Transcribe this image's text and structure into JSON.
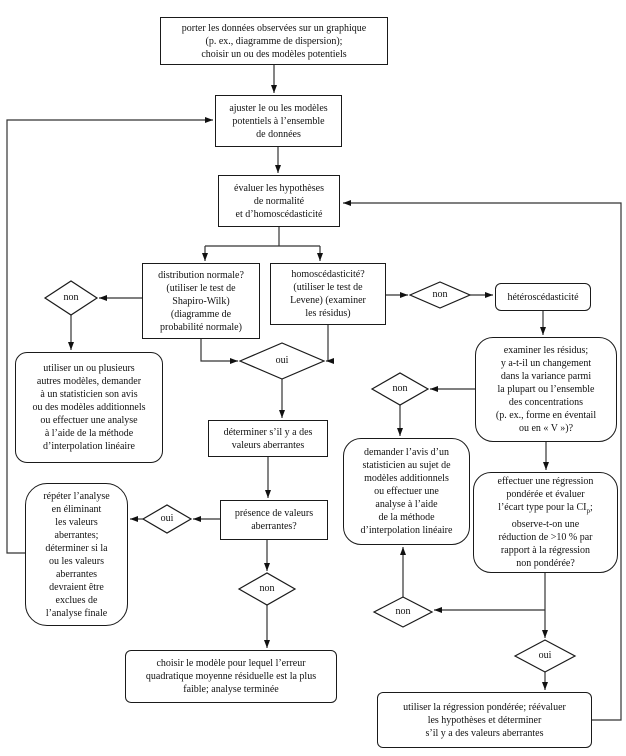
{
  "flowchart": {
    "nodes": {
      "plot_data": "porter les données observées sur un graphique\n(p. ex., diagramme de dispersion);\nchoisir un ou des modèles potentiels",
      "fit_models": "ajuster le ou les modèles\npotentiels à l’ensemble\nde données",
      "evaluate_assumptions": "évaluer les hypothèses\nde normalité\net d’homoscédasticité",
      "normal_distribution": "distribution normale?\n(utiliser le test de\nShapiro-Wilk)\n(diagramme de\nprobabilité normale)",
      "homoscedasticity": "homoscédasticité?\n(utiliser le test de\nLevene) (examiner\nles résidus)",
      "heteroscedasticity": "hétéroscédasticité",
      "other_models": "utiliser un ou plusieurs\nautres modèles, demander\nà un statisticien son avis\nou des modèles additionnels\nou effectuer une analyse\nà l’aide de la méthode\nd’interpolation linéaire",
      "examine_residuals": "examiner les résidus;\ny a-t-il un changement\ndans la variance parmi\nla plupart ou l’ensemble\ndes concentrations\n(p. ex., forme en éventail\nou en « V »)?",
      "determine_outliers": "déterminer s’il y a des\nvaleurs aberrantes",
      "ask_statistician": "demander l’avis d’un\nstatisticien au sujet de\nmodèles additionnels\nou effectuer une\nanalyse à l’aide\nde la méthode\nd’interpolation linéaire",
      "weighted_regression_pre": "effectuer une régression\npondérée et évaluer\nl’écart type pour la CI",
      "weighted_regression_sub": "p",
      "weighted_regression_post": ";\nobserve-t-on une\nréduction de >10 % par\nrapport à la régression\nnon pondérée?",
      "repeat_analysis": "répéter l’analyse\nen éliminant\nles valeurs\naberrantes;\ndéterminer si la\nou les valeurs\naberrantes\ndevraient être\nexclues de\nl’analyse finale",
      "presence_outliers": "présence de valeurs\naberrantes?",
      "choose_model": "choisir le modèle pour lequel l’erreur\nquadratique moyenne résiduelle est la plus\nfaible; analyse terminée",
      "use_weighted_regression": "utiliser la régression pondérée; réévaluer\nles hypothèses et déterminer\ns’il y a des valeurs aberrantes"
    },
    "decisions": {
      "non": "non",
      "oui": "oui"
    },
    "colors": {
      "line": "#333333",
      "border": "#1a1a1a",
      "background": "#ffffff"
    }
  }
}
